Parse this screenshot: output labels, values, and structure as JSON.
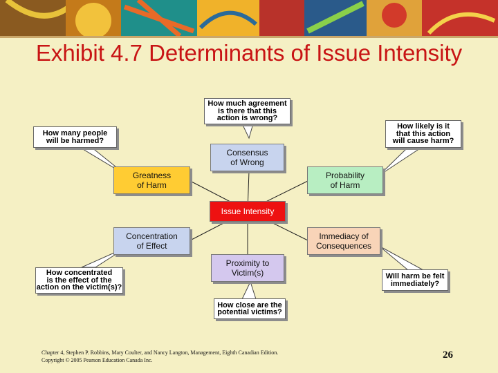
{
  "title": "Exhibit 4.7 Determinants of Issue Intensity",
  "center": "Issue Intensity",
  "factors": {
    "consensus": "Consensus\nof Wrong",
    "greatness": "Greatness\nof Harm",
    "probability": "Probability\nof Harm",
    "concentration": "Concentration\nof Effect",
    "immediacy": "Immediacy of\nConsequences",
    "proximity": "Proximity to\nVictim(s)"
  },
  "questions": {
    "agreement": "How much agreement\nis there that this\naction is wrong?",
    "people": "How many people\nwill be harmed?",
    "likely": "How likely is it\nthat this action\nwill cause harm?",
    "concentrated": "How concentrated\nis the effect of the\naction on the victim(s)?",
    "felt": "Will harm be felt\nimmediately?",
    "close": "How close are the\npotential victims?"
  },
  "footer": {
    "line1": "Chapter 4, Stephen P. Robbins, Mary Coulter, and Nancy Langton, Management, Eighth Canadian Edition.",
    "line2": "Copyright © 2005 Pearson Education Canada Inc."
  },
  "page_number": "26",
  "colors": {
    "background": "#f5f0c4",
    "title": "#c81414",
    "center": "#ee1111",
    "consensus": "#c8d4ee",
    "greatness": "#ffcc33",
    "probability": "#b8eec2",
    "concentration": "#c8d4ee",
    "immediacy": "#f8d4b8",
    "proximity": "#d4c8ee"
  }
}
